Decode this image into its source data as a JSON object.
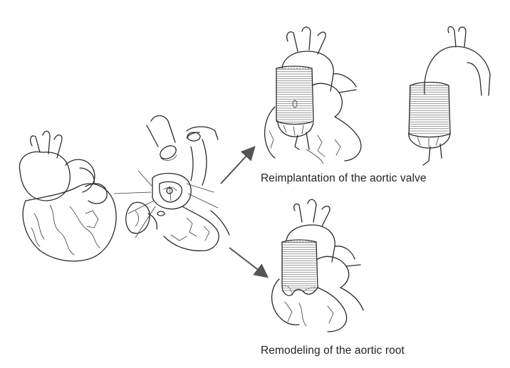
{
  "figure": {
    "labels": {
      "reimplantation": "Reimplantation of the aortic valve",
      "remodeling": "Remodeling of the aortic root"
    },
    "drawings": [
      "heart-illustration",
      "opened-aortic-root-illustration",
      "reimplantation-result-illustration",
      "reimplantation-graft-illustration",
      "remodeling-result-illustration"
    ],
    "colors": {
      "ink": "#2b2b2b",
      "arrow": "#555555",
      "background": "#ffffff"
    }
  }
}
